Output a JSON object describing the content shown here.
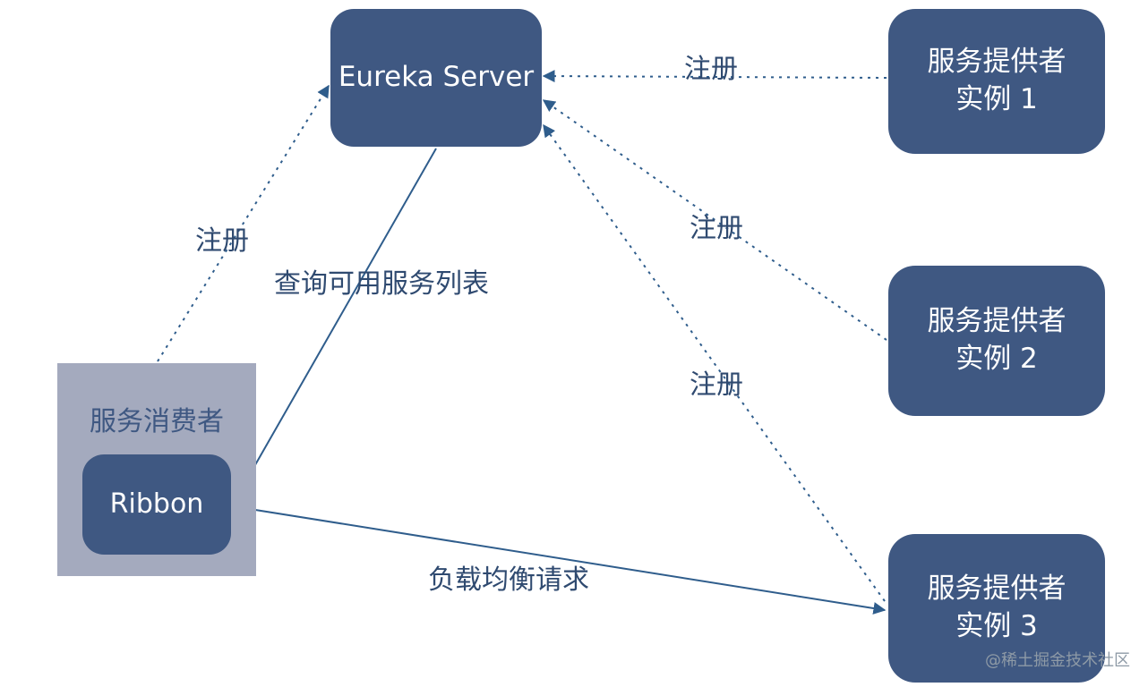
{
  "eureka_server": {
    "label": "Eureka Server"
  },
  "providers": [
    {
      "line1": "服务提供者",
      "line2": "实例 1"
    },
    {
      "line1": "服务提供者",
      "line2": "实例 2"
    },
    {
      "line1": "服务提供者",
      "line2": "实例 3"
    }
  ],
  "consumer": {
    "title": "服务消费者",
    "ribbon_label": "Ribbon"
  },
  "edges": {
    "register_consumer": "注册",
    "query_list": "查询可用服务列表",
    "register_p1": "注册",
    "register_p2": "注册",
    "register_p3": "注册",
    "load_balance": "负载均衡请求"
  },
  "watermark": "@稀土掘金技术社区",
  "colors": {
    "node_fill": "#3f5882",
    "consumer_fill": "#a4aabe",
    "edge": "#2f5d8c",
    "label_text": "#2f4a70"
  }
}
